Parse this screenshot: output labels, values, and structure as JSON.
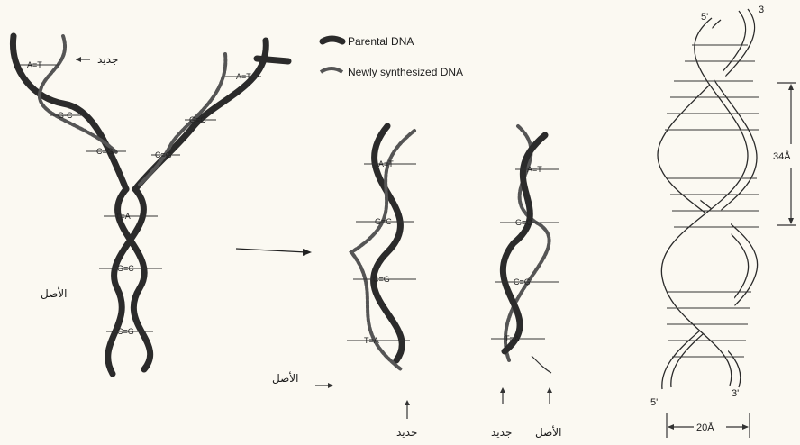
{
  "legend": {
    "parental": "Parental DNA",
    "newly": "Newly synthesized DNA"
  },
  "fork": {
    "new_label": "جديد",
    "old_label": "الأصل",
    "pairs": [
      "A=T",
      "G-C",
      "C=G",
      "G≡C",
      "C≡G",
      "T=A",
      "G≡C",
      "C≡G"
    ]
  },
  "helix1": {
    "pairs": [
      "A=T",
      "G≡C",
      "C≡G",
      "T=A"
    ],
    "old_label": "الأصل",
    "new_label": "جديد"
  },
  "helix2": {
    "pairs": [
      "A=T",
      "G≡C",
      "C≡G",
      "T=A"
    ],
    "new_label": "جديد",
    "old_label": "الأصل"
  },
  "double_helix": {
    "top_5": "5'",
    "top_3": "3",
    "bottom_5": "5'",
    "bottom_3": "3'",
    "pitch": "34Å",
    "width": "20Å"
  }
}
